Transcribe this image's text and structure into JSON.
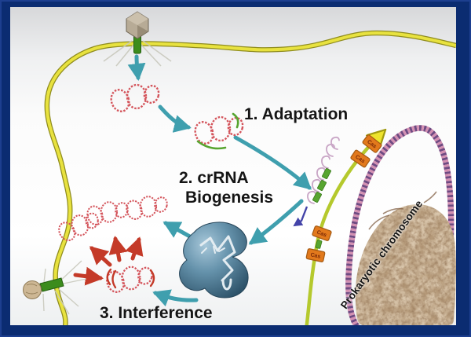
{
  "diagram": {
    "labels": {
      "step1": "1. Adaptation",
      "step2_line1": "2. crRNA",
      "step2_line2": "Biogenesis",
      "step3": "3. Interference",
      "chromosome": "Prokaryotic chromosome",
      "cas_gene": "Cas"
    },
    "icons": {
      "top": "bacteriophage-icon",
      "left": "bacteriophage-icon",
      "complex": "cas-protein-complex-icon"
    },
    "colors": {
      "frame_border": "#0b2c71",
      "membrane_yellow": "#e8e23f",
      "process_arrow_teal": "#3f9fae",
      "attack_arrow_red": "#c43a28",
      "viral_dna_red": "#d4555c",
      "cas_gene_orange": "#e2791c",
      "spacer_green": "#57a530",
      "crispr_locus_line": "#b5c92d",
      "helix_purple": "#6f4a82",
      "helix_pink": "#d490b2",
      "cas_complex_blue": "#6592ab",
      "chromosome_brown": "#6e4e30",
      "promoter_navy": "#4343a8",
      "pre_crrna_lavender": "#c9a6c6"
    }
  }
}
